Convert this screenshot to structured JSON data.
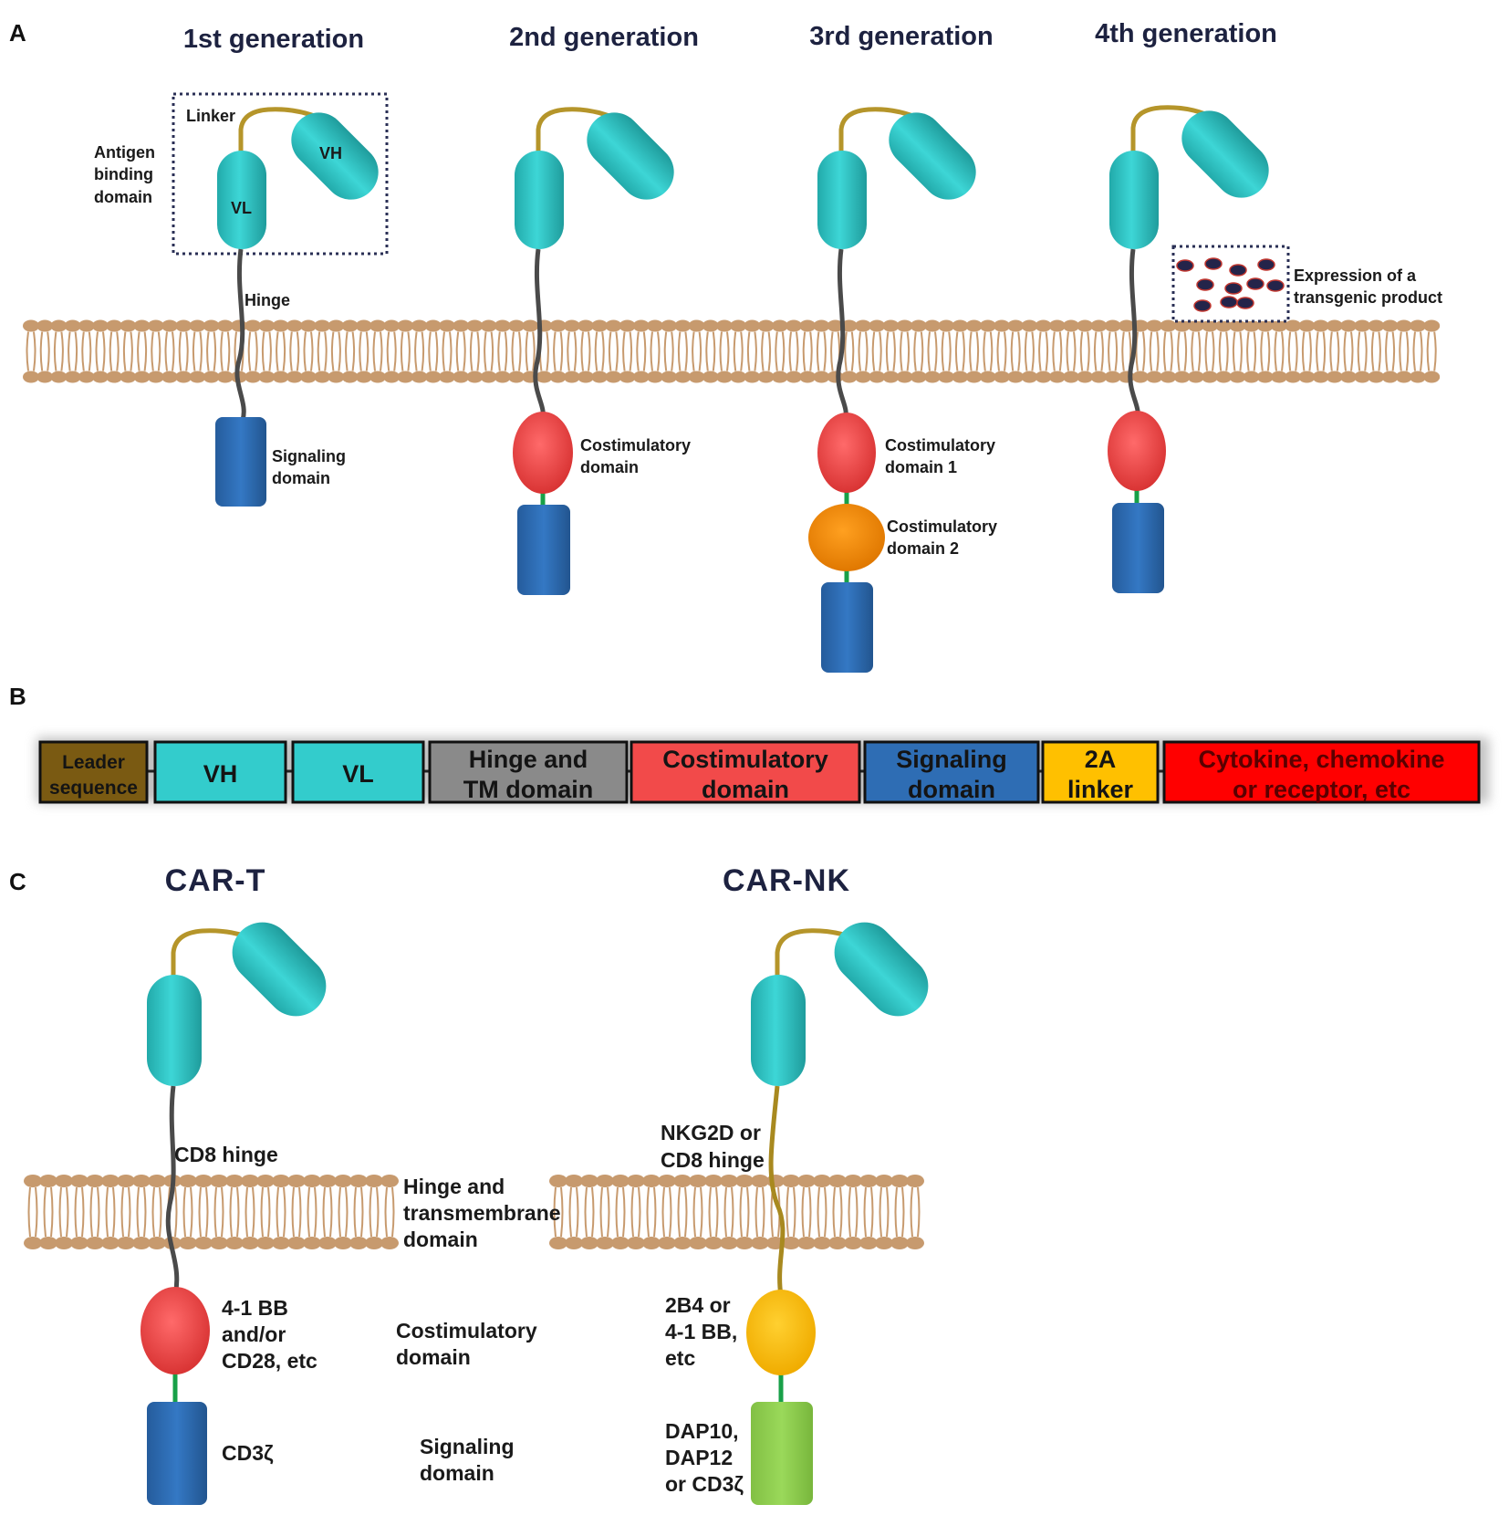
{
  "panels": {
    "a": "A",
    "b": "B",
    "c": "C"
  },
  "generations": [
    {
      "title": "1st generation"
    },
    {
      "title": "2nd generation"
    },
    {
      "title": "3rd generation"
    },
    {
      "title": "4th generation"
    }
  ],
  "gen1_labels": {
    "linker": "Linker",
    "vh": "VH",
    "vl": "VL",
    "antigen_1": "Antigen",
    "antigen_2": "binding",
    "antigen_3": "domain",
    "hinge": "Hinge",
    "signaling_1": "Signaling",
    "signaling_2": "domain"
  },
  "gen2_labels": {
    "costim_1": "Costimulatory",
    "costim_2": "domain"
  },
  "gen3_labels": {
    "costim1_1": "Costimulatory",
    "costim1_2": "domain 1",
    "costim2_1": "Costimulatory",
    "costim2_2": "domain 2"
  },
  "gen4_labels": {
    "expr_1": "Expression of a",
    "expr_2": "transgenic product"
  },
  "construct": [
    {
      "line1": "Leader",
      "line2": "sequence",
      "color": "#7a5a12"
    },
    {
      "line1": "VH",
      "line2": "",
      "color": "#33cccc"
    },
    {
      "line1": "VL",
      "line2": "",
      "color": "#33cccc"
    },
    {
      "line1": "Hinge and",
      "line2": "TM domain",
      "color": "#8a8a8a"
    },
    {
      "line1": "Costimulatory",
      "line2": "domain",
      "color": "#f24a4a"
    },
    {
      "line1": "Signaling",
      "line2": "domain",
      "color": "#2e6db4"
    },
    {
      "line1": "2A",
      "line2": "linker",
      "color": "#ffc000"
    },
    {
      "line1": "Cytokine, chemokine",
      "line2": "or receptor, etc",
      "color": "#ff0000"
    }
  ],
  "car_t": {
    "title": "CAR-T",
    "cd8_hinge": "CD8 hinge",
    "costim_1": "4-1 BB",
    "costim_2": "and/or",
    "costim_3": "CD28, etc",
    "signal": "CD3ζ"
  },
  "middle_labels": {
    "tm_1": "Hinge and",
    "tm_2": "transmembrane",
    "tm_3": "domain",
    "costim_1": "Costimulatory",
    "costim_2": "domain",
    "signal_1": "Signaling",
    "signal_2": "domain"
  },
  "car_nk": {
    "title": "CAR-NK",
    "hinge_1": "NKG2D or",
    "hinge_2": "CD8 hinge",
    "costim_1": "2B4 or",
    "costim_2": "4-1 BB,",
    "costim_3": "etc",
    "signal_1": "DAP10,",
    "signal_2": "DAP12",
    "signal_3": "or CD3ζ"
  },
  "colors": {
    "scfv": "#33cccc",
    "linker": "#b5952a",
    "hinge": "#4a4a4a",
    "membrane": "#c79a6e",
    "signaling": "#2e6db4",
    "costim": "#f24a4a",
    "costim2": "#f08a00",
    "nk_costim": "#ffc000",
    "nk_signal": "#92d050",
    "connector": "#18a048",
    "dots": "#24244a"
  }
}
